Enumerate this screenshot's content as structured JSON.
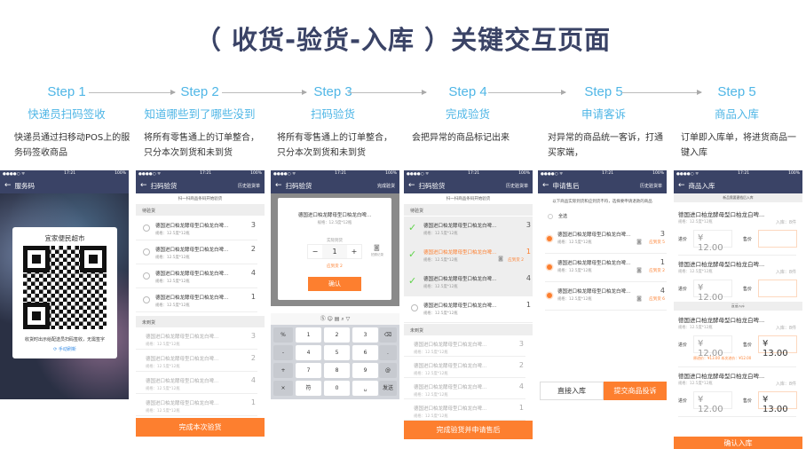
{
  "title": "（ 收货-验货-入库 ）关键交互页面",
  "steps": [
    {
      "n": "Step 1",
      "h": "快递员扫码签收",
      "d": "快递员通过扫移动POS上的服务码签收商品"
    },
    {
      "n": "Step 2",
      "h": "知道哪些到了哪些没到",
      "d": "将所有零售通上的订单整合，只分本次到货和未到货"
    },
    {
      "n": "Step 3",
      "h": "扫码验货",
      "d": "将所有零售通上的订单整合，只分本次到货和未到货"
    },
    {
      "n": "Step 4",
      "h": "完成验货",
      "d": "会把异常的商品标记出来"
    },
    {
      "n": "Step 5",
      "h": "申请客诉",
      "d": "对异常的商品统一客诉，打通买家端，"
    },
    {
      "n": "Step 5",
      "h": "商品入库",
      "d": "订单即入库单，将进货商品一键入库"
    }
  ],
  "status": {
    "time": "17:21",
    "battery": "100%",
    "signal": "●●●●○ ᯤ"
  },
  "product": {
    "name": "德国进口柏龙酵母型口柏龙白啤...",
    "spec": "规格：12.5度*12瓶"
  },
  "colors": {
    "navy": "#3a4366",
    "orange": "#fd7f2f",
    "blue": "#4fb6e6",
    "check": "#5fd34a"
  },
  "p1": {
    "nav": "服务码",
    "store": "宜家便民超市",
    "hint": "收货时出示给配送员扫码签收，无需签字",
    "refresh": "手动刷新"
  },
  "p2": {
    "nav": "扫码验货",
    "right": "历史验货单",
    "sub": "扫一扫商品条码开始验货",
    "sec1": "待验货",
    "sec2": "未到货",
    "q1": [
      "3",
      "2",
      "4",
      "1"
    ],
    "q2": [
      "3",
      "2",
      "4",
      "1"
    ],
    "btn": "完成本次验货"
  },
  "p3": {
    "nav": "扫码验货",
    "right": "完成验货",
    "label": "实际到货",
    "qty": "1",
    "minus": "−",
    "plus": "+",
    "photo": "拍照记录",
    "should": "应到货 2",
    "confirm": "确认",
    "keys": [
      "%",
      "1",
      "2",
      "3",
      "⌫",
      "-",
      "4",
      "5",
      "6",
      ".",
      "+",
      "7",
      "8",
      "9",
      "@",
      "×",
      "符",
      "0",
      "␣",
      "发送"
    ]
  },
  "p4": {
    "nav": "扫码验货",
    "right": "历史验货单",
    "sub": "扫一扫商品条码开始验货",
    "sec1": "待验货",
    "sec2": "未到货",
    "q1": [
      "3",
      "1",
      "4",
      "1"
    ],
    "should": "应到货 2",
    "q2": [
      "3",
      "2",
      "4",
      "1"
    ],
    "btn": "完成验货并申请售后"
  },
  "p5": {
    "nav": "申请售后",
    "right": "历史验货单",
    "sub": "以下商品实际到货和应到货不符，选择要申请退款的商品",
    "all": "全选",
    "q": [
      "3",
      "1",
      "4"
    ],
    "should": [
      "应到货 5",
      "应到货 2",
      "应到货 6"
    ],
    "btn1": "直接入库",
    "btn2": "提交商品投诉"
  },
  "p6": {
    "nav": "商品入库",
    "sec1": "新品需要建档后入库",
    "sec2": "直接入库",
    "in": "入库：8件",
    "buy_label": "进价",
    "sell_label": "售价",
    "buy": "¥ 12.00",
    "sells": [
      "",
      "",
      "¥ 13.00",
      "¥ 13.00"
    ],
    "note": "原进价：¥13.00  本次进价：¥12.00",
    "btn": "确认入库"
  }
}
